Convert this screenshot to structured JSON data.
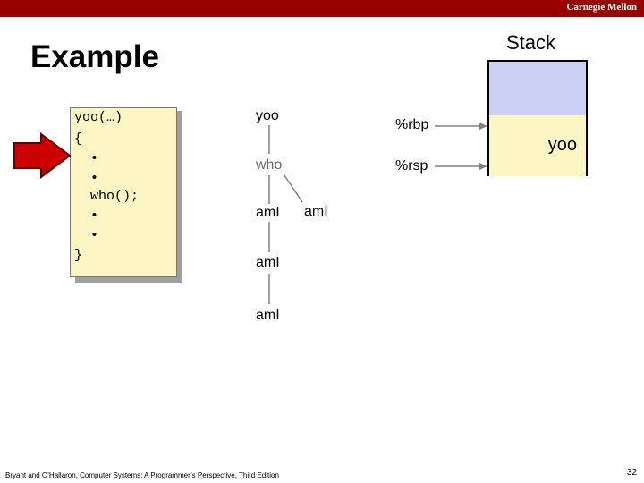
{
  "header": {
    "org": "Carnegie Mellon"
  },
  "slide": {
    "title": "Example",
    "stack_label": "Stack"
  },
  "code": {
    "lines": [
      "yoo(…)",
      "{",
      "  •",
      "  •",
      "  who();",
      "  •",
      "  •",
      "}"
    ]
  },
  "tree": {
    "n1": "yoo",
    "n2": "who",
    "n3": "amI",
    "n4": "amI",
    "n5": "amI",
    "n6": "amI"
  },
  "registers": {
    "rbp": "%rbp",
    "rsp": "%rsp"
  },
  "stack": {
    "frame_label": "yoo"
  },
  "footer": {
    "citation": "Bryant and O’Hallaron, Computer Systems: A Programmer’s Perspective, Third Edition",
    "page": "32"
  },
  "colors": {
    "brand": "#990000",
    "code_bg": "#fbf6c4",
    "stack_upper": "#cdd0f5",
    "arrow": "#cc0000"
  }
}
